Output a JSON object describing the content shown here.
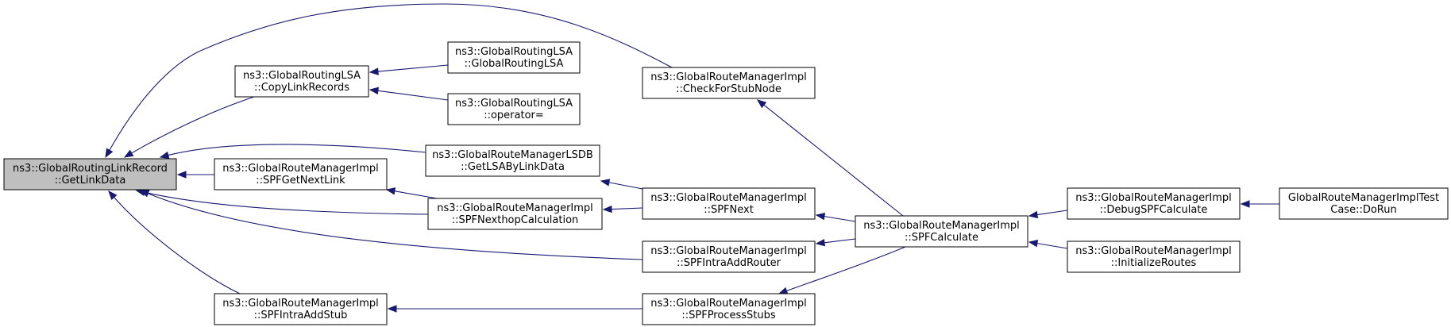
{
  "colors": {
    "edge": "#191970",
    "node_fill": "#ffffff",
    "root_fill": "#bfbfbf",
    "border": "#000000"
  },
  "nodes": [
    {
      "id": "getlinkdata",
      "root": true,
      "lines": [
        "ns3::GlobalRoutingLinkRecord",
        "::GetLinkData"
      ]
    },
    {
      "id": "copylinkrecords",
      "lines": [
        "ns3::GlobalRoutingLSA",
        "::CopyLinkRecords"
      ]
    },
    {
      "id": "lsa-ctor",
      "lines": [
        "ns3::GlobalRoutingLSA",
        "::GlobalRoutingLSA"
      ]
    },
    {
      "id": "lsa-operator",
      "lines": [
        "ns3::GlobalRoutingLSA",
        "::operator="
      ]
    },
    {
      "id": "checkforstubnode",
      "lines": [
        "ns3::GlobalRouteManagerImpl",
        "::CheckForStubNode"
      ]
    },
    {
      "id": "getlsabylinkdata",
      "lines": [
        "ns3::GlobalRouteManagerLSDB",
        "::GetLSAByLinkData"
      ]
    },
    {
      "id": "spfgetnextlink",
      "lines": [
        "ns3::GlobalRouteManagerImpl",
        "::SPFGetNextLink"
      ]
    },
    {
      "id": "spfnexthopcalculation",
      "lines": [
        "ns3::GlobalRouteManagerImpl",
        "::SPFNexthopCalculation"
      ]
    },
    {
      "id": "spfnext",
      "lines": [
        "ns3::GlobalRouteManagerImpl",
        "::SPFNext"
      ]
    },
    {
      "id": "spfintraaddrouter",
      "lines": [
        "ns3::GlobalRouteManagerImpl",
        "::SPFIntraAddRouter"
      ]
    },
    {
      "id": "spfintraaddstub",
      "lines": [
        "ns3::GlobalRouteManagerImpl",
        "::SPFIntraAddStub"
      ]
    },
    {
      "id": "spfprocessstubs",
      "lines": [
        "ns3::GlobalRouteManagerImpl",
        "::SPFProcessStubs"
      ]
    },
    {
      "id": "spfcalculate",
      "lines": [
        "ns3::GlobalRouteManagerImpl",
        "::SPFCalculate"
      ]
    },
    {
      "id": "debugspfcalculate",
      "lines": [
        "ns3::GlobalRouteManagerImpl",
        "::DebugSPFCalculate"
      ]
    },
    {
      "id": "initializeroutes",
      "lines": [
        "ns3::GlobalRouteManagerImpl",
        "::InitializeRoutes"
      ]
    },
    {
      "id": "testcase-dorun",
      "lines": [
        "GlobalRouteManagerImplTest",
        "Case::DoRun"
      ]
    }
  ],
  "edges": [
    {
      "from": "copylinkrecords",
      "to": "getlinkdata"
    },
    {
      "from": "checkforstubnode",
      "to": "getlinkdata"
    },
    {
      "from": "getlsabylinkdata",
      "to": "getlinkdata"
    },
    {
      "from": "spfgetnextlink",
      "to": "getlinkdata"
    },
    {
      "from": "spfnexthopcalculation",
      "to": "getlinkdata"
    },
    {
      "from": "spfintraaddrouter",
      "to": "getlinkdata"
    },
    {
      "from": "spfintraaddstub",
      "to": "getlinkdata"
    },
    {
      "from": "lsa-ctor",
      "to": "copylinkrecords"
    },
    {
      "from": "lsa-operator",
      "to": "copylinkrecords"
    },
    {
      "from": "spfcalculate",
      "to": "checkforstubnode"
    },
    {
      "from": "spfnext",
      "to": "getlsabylinkdata"
    },
    {
      "from": "spfnexthopcalculation",
      "to": "spfgetnextlink"
    },
    {
      "from": "spfnext",
      "to": "spfnexthopcalculation"
    },
    {
      "from": "spfcalculate",
      "to": "spfnext"
    },
    {
      "from": "spfcalculate",
      "to": "spfintraaddrouter"
    },
    {
      "from": "spfprocessstubs",
      "to": "spfintraaddstub"
    },
    {
      "from": "spfcalculate",
      "to": "spfprocessstubs"
    },
    {
      "from": "debugspfcalculate",
      "to": "spfcalculate"
    },
    {
      "from": "initializeroutes",
      "to": "spfcalculate"
    },
    {
      "from": "testcase-dorun",
      "to": "debugspfcalculate"
    }
  ]
}
